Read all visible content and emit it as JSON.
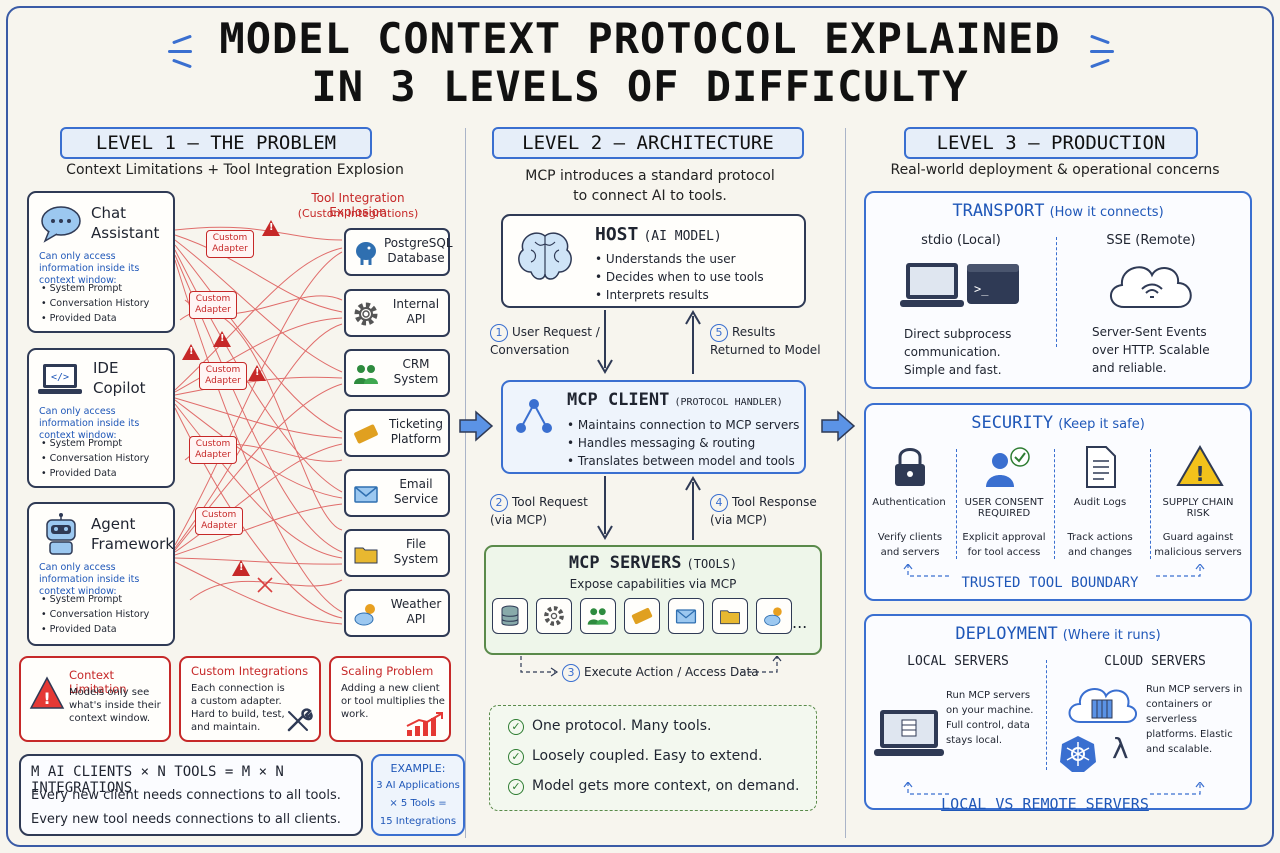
{
  "title": {
    "line1": "MODEL CONTEXT PROTOCOL EXPLAINED",
    "line2": "IN 3 LEVELS OF DIFFICULTY"
  },
  "level1": {
    "heading": "LEVEL 1 — THE PROBLEM",
    "subtitle": "Context Limitations + Tool Integration Explosion",
    "explosion_title": "Tool Integration Explosion",
    "explosion_sub": "(Custom Integrations)",
    "clients": [
      {
        "name": "Chat Assistant",
        "icon": "chat-bubble-icon",
        "desc": "Can only access information inside its context window:",
        "items": [
          "System Prompt",
          "Conversation History",
          "Provided Data"
        ]
      },
      {
        "name": "IDE Copilot",
        "icon": "laptop-code-icon",
        "desc": "Can only access information inside its context window:",
        "items": [
          "System Prompt",
          "Conversation History",
          "Provided Data"
        ]
      },
      {
        "name": "Agent Framework",
        "icon": "robot-icon",
        "desc": "Can only access information inside its context window:",
        "items": [
          "System Prompt",
          "Conversation History",
          "Provided Data"
        ]
      }
    ],
    "adapter_label": "Custom Adapter",
    "tools": [
      {
        "name": "PostgreSQL Database",
        "icon": "elephant-icon",
        "color": "#2f6fb0"
      },
      {
        "name": "Internal API",
        "icon": "gear-icon",
        "color": "#555555"
      },
      {
        "name": "CRM System",
        "icon": "people-icon",
        "color": "#2e8b3e"
      },
      {
        "name": "Ticketing Platform",
        "icon": "ticket-icon",
        "color": "#e0a020"
      },
      {
        "name": "Email Service",
        "icon": "envelope-icon",
        "color": "#2f6fb0"
      },
      {
        "name": "File System",
        "icon": "folder-icon",
        "color": "#e8b830"
      },
      {
        "name": "Weather API",
        "icon": "weather-icon",
        "color": "#e8a020"
      }
    ],
    "problems": [
      {
        "title": "Context Limitation",
        "text": "Models only see what's inside their context window.",
        "icon": "warning-icon"
      },
      {
        "title": "Custom Integrations",
        "text": "Each connection is a custom adapter. Hard to build, test, and maintain.",
        "icon": "wrench-icon"
      },
      {
        "title": "Scaling Problem",
        "text": "Adding a new client or tool multiplies the work.",
        "icon": "chart-up-icon"
      }
    ],
    "formula": {
      "line": "M AI CLIENTS × N TOOLS = M × N INTEGRATIONS",
      "text1": "Every new client needs connections to all tools.",
      "text2": "Every new tool needs connections to all clients."
    },
    "example": {
      "label": "EXAMPLE:",
      "line1": "3 AI Applications",
      "line2": "× 5 Tools =",
      "line3": "15 Integrations"
    }
  },
  "level2": {
    "heading": "LEVEL 2 — ARCHITECTURE",
    "subtitle": "MCP introduces a standard protocol to connect AI to tools.",
    "host": {
      "title": "HOST",
      "tag": "(AI MODEL)",
      "items": [
        "Understands the user",
        "Decides when to use tools",
        "Interprets results"
      ]
    },
    "client": {
      "title": "MCP CLIENT",
      "tag": "(PROTOCOL HANDLER)",
      "items": [
        "Maintains connection to MCP servers",
        "Handles messaging & routing",
        "Translates between model and tools"
      ]
    },
    "servers": {
      "title": "MCP SERVERS",
      "tag": "(TOOLS)",
      "sub": "Expose capabilities via MCP",
      "more": "..."
    },
    "flows": [
      {
        "num": "1",
        "text": "User Request / Conversation"
      },
      {
        "num": "5",
        "text": "Results Returned to Model"
      },
      {
        "num": "2",
        "text": "Tool Request (via MCP)"
      },
      {
        "num": "4",
        "text": "Tool Response (via MCP)"
      },
      {
        "num": "3",
        "text": "Execute Action / Access Data"
      }
    ],
    "benefits": [
      "One protocol. Many tools.",
      "Loosely coupled. Easy to extend.",
      "Model gets more context, on demand."
    ]
  },
  "level3": {
    "heading": "LEVEL 3 — PRODUCTION",
    "subtitle": "Real-world deployment & operational concerns",
    "transport": {
      "title": "TRANSPORT",
      "tag": "(How it connects)",
      "stdio": {
        "label": "stdio (Local)",
        "text": "Direct subprocess communication. Simple and fast."
      },
      "sse": {
        "label": "SSE (Remote)",
        "text": "Server-Sent Events over HTTP. Scalable and reliable."
      }
    },
    "security": {
      "title": "SECURITY",
      "tag": "(Keep it safe)",
      "items": [
        {
          "name": "Authentication",
          "text": "Verify clients and servers",
          "icon": "lock-icon"
        },
        {
          "name": "USER CONSENT REQUIRED",
          "text": "Explicit approval for tool access",
          "icon": "user-check-icon"
        },
        {
          "name": "Audit Logs",
          "text": "Track actions and changes",
          "icon": "document-icon"
        },
        {
          "name": "SUPPLY CHAIN RISK",
          "text": "Guard against malicious servers",
          "icon": "warning-icon"
        }
      ],
      "boundary": "TRUSTED TOOL BOUNDARY"
    },
    "deployment": {
      "title": "DEPLOYMENT",
      "tag": "(Where it runs)",
      "local": {
        "label": "LOCAL SERVERS",
        "text": "Run MCP servers on your machine. Full control, data stays local."
      },
      "cloud": {
        "label": "CLOUD SERVERS",
        "text": "Run MCP servers in containers or serverless platforms. Elastic and scalable."
      },
      "footer": "LOCAL VS REMOTE SERVERS"
    }
  },
  "colors": {
    "accent": "#3a6fd0",
    "danger": "#c62828",
    "success": "#2e7d32",
    "ink": "#1f2430"
  }
}
